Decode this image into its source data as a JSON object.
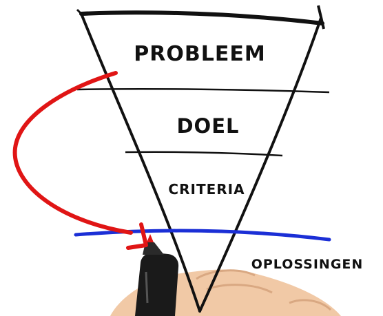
{
  "funnel": {
    "levels": [
      {
        "label": "PROBLEEM"
      },
      {
        "label": "DOEL"
      },
      {
        "label": "CRITERIA"
      }
    ],
    "bottom_label": "OPLOSSINGEN"
  },
  "colors": {
    "ink": "#111111",
    "arrow": "#e01515",
    "solution_line": "#1b2fd6",
    "skin": "#f1c9a6",
    "marker": "#1a1a1a"
  }
}
